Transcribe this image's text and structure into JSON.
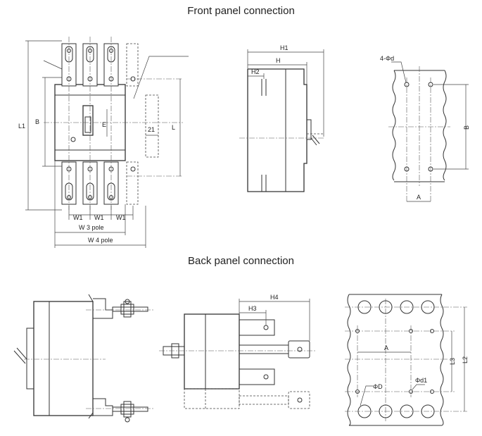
{
  "headings": {
    "front": "Front panel connection",
    "back": "Back panel connection"
  },
  "labels": {
    "L1": "L1",
    "B": "B",
    "E": "E",
    "L": "L",
    "n21": "21",
    "W1": "W1",
    "W3pole": "W 3 pole",
    "W4pole": "W 4 pole",
    "H1": "H1",
    "H": "H",
    "H2": "H2",
    "phi_d": "4-Φd",
    "A": "A",
    "H4": "H4",
    "H3": "H3",
    "L3": "L3",
    "L2": "L2",
    "phiD": "ΦD",
    "phid1": "Φd1"
  }
}
